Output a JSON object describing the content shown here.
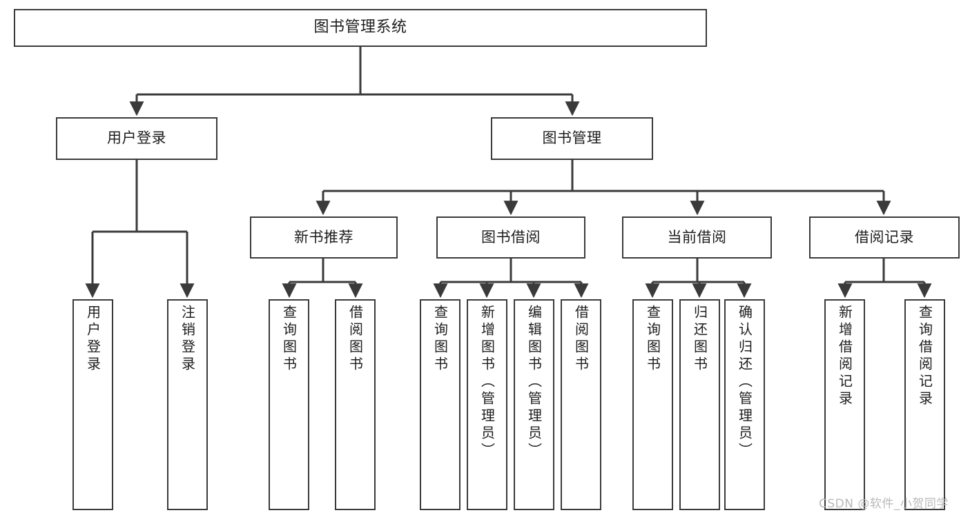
{
  "diagram": {
    "title": "图书管理系统",
    "type": "tree-hierarchy-chart",
    "root": {
      "label": "图书管理系统",
      "children": [
        {
          "label": "用户登录",
          "children": [
            {
              "label": "用户登录"
            },
            {
              "label": "注销登录"
            }
          ]
        },
        {
          "label": "图书管理",
          "children": [
            {
              "label": "新书推荐",
              "children": [
                {
                  "label": "查询图书"
                },
                {
                  "label": "借阅图书"
                }
              ]
            },
            {
              "label": "图书借阅",
              "children": [
                {
                  "label": "查询图书"
                },
                {
                  "label": "新增图书（管理员）"
                },
                {
                  "label": "编辑图书（管理员）"
                },
                {
                  "label": "借阅图书"
                }
              ]
            },
            {
              "label": "当前借阅",
              "children": [
                {
                  "label": "查询图书"
                },
                {
                  "label": "归还图书"
                },
                {
                  "label": "确认归还（管理员）"
                }
              ]
            },
            {
              "label": "借阅记录",
              "children": [
                {
                  "label": "新增借阅记录"
                },
                {
                  "label": "查询借阅记录"
                }
              ]
            }
          ]
        }
      ]
    }
  },
  "nodes": {
    "root": "图书管理系统",
    "l2_user_login": "用户登录",
    "l2_book_manage": "图书管理",
    "l3_new_book": "新书推荐",
    "l3_borrow": "图书借阅",
    "l3_current": "当前借阅",
    "l3_record": "借阅记录",
    "leaf_user_login": "用户登录",
    "leaf_user_logout": "注销登录",
    "leaf_nb_query": "查询图书",
    "leaf_nb_borrow": "借阅图书",
    "leaf_bb_query": "查询图书",
    "leaf_bb_add": "新增图书（管理员）",
    "leaf_bb_edit": "编辑图书（管理员）",
    "leaf_bb_borrow": "借阅图书",
    "leaf_cb_query": "查询图书",
    "leaf_cb_return": "归还图书",
    "leaf_cb_confirm": "确认归还（管理员）",
    "leaf_rec_add": "新增借阅记录",
    "leaf_rec_query": "查询借阅记录"
  },
  "watermark": {
    "text": "CSDN @软件_小贺同学"
  },
  "colors": {
    "stroke": "#3a3a3a",
    "fill": "#ffffff",
    "text": "#1d1d1d",
    "watermark": "#b9b9b9"
  }
}
